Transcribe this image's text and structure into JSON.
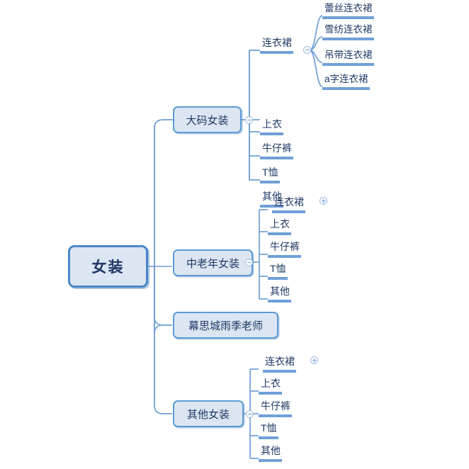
{
  "diagram": {
    "type": "mind-map",
    "title": "女装",
    "colors": {
      "node_border": "#5b9bd5",
      "node_fill": "#dce6f2",
      "text": "#1f3864",
      "edge": "#6f9fd8",
      "root_border": "#4a86c8"
    },
    "root": {
      "label": "女装",
      "children": [
        {
          "label": "大码女装",
          "toggle": "collapse-minus",
          "children": [
            {
              "label": "连衣裙",
              "toggle": "collapse-minus",
              "children": [
                {
                  "label": "蕾丝连衣裙"
                },
                {
                  "label": "雪纺连衣裙"
                },
                {
                  "label": "吊带连衣裙"
                },
                {
                  "label": "a字连衣裙"
                }
              ]
            },
            {
              "label": "上衣"
            },
            {
              "label": "牛仔裤"
            },
            {
              "label": "T恤"
            },
            {
              "label": "其他"
            }
          ]
        },
        {
          "label": "中老年女装",
          "toggle": "collapse-minus",
          "children": [
            {
              "label": "连衣裙",
              "toggle": "expand-plus"
            },
            {
              "label": "上衣"
            },
            {
              "label": "牛仔裤"
            },
            {
              "label": "T恤"
            },
            {
              "label": "其他"
            }
          ]
        },
        {
          "label": "幕思城雨季老师",
          "children": []
        },
        {
          "label": "其他女装",
          "toggle": "collapse-minus",
          "children": [
            {
              "label": "连衣裙",
              "toggle": "expand-plus"
            },
            {
              "label": "上衣"
            },
            {
              "label": "牛仔裤"
            },
            {
              "label": "T恤"
            },
            {
              "label": "其他"
            }
          ]
        }
      ]
    }
  }
}
